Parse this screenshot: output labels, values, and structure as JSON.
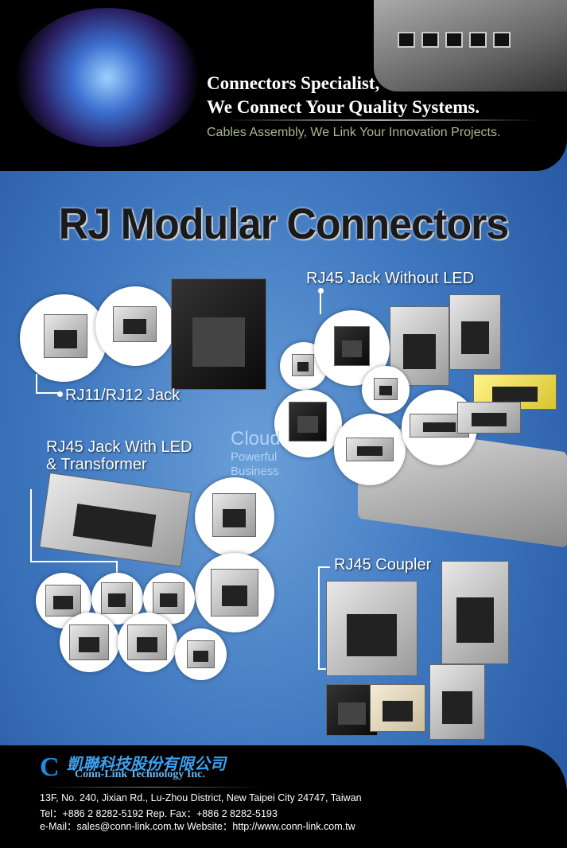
{
  "header": {
    "tagline_line1": "Connectors Specialist,",
    "tagline_line2": "We Connect Your Quality Systems.",
    "subtagline": "Cables Assembly, We Link Your Innovation Projects."
  },
  "title": "RJ Modular Connectors",
  "sections": {
    "rj11": "RJ11/RJ12 Jack",
    "rj45_no_led": "RJ45 Jack Without LED",
    "rj45_led_line1": "RJ45 Jack With LED",
    "rj45_led_line2": "& Transformer",
    "coupler": "RJ45 Coupler"
  },
  "background_text": {
    "line1": "Cloud",
    "line2": "Powerful",
    "line3": "Business"
  },
  "company": {
    "name_cn": "凱聯科技股份有限公司",
    "name_en": "Conn-Link Technology Inc.",
    "address": "13F, No. 240, Jixian Rd., Lu-Zhou District, New Taipei City 24747, Taiwan",
    "phone": "Tel：+886 2 8282-5192 Rep.  Fax：+886 2 8282-5193",
    "contact": "e-Mail：sales@conn-link.com.tw   Website：http://www.conn-link.com.tw"
  },
  "colors": {
    "accent_blue": "#3aa2f0",
    "subtagline": "#a9b98a"
  }
}
